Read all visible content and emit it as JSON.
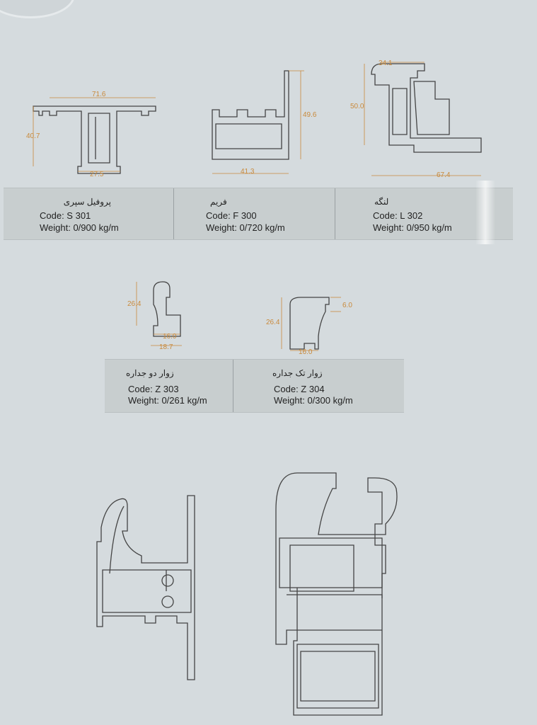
{
  "profiles_row1": [
    {
      "name": "پروفیل سپری",
      "code": "Code: S 301",
      "weight": "Weight: 0/900 kg/m",
      "dims": [
        "71.6",
        "40.7",
        "27.5"
      ]
    },
    {
      "name": "فریم",
      "code": "Code: F 300",
      "weight": "Weight: 0/720 kg/m",
      "dims": [
        "49.6",
        "41.3"
      ]
    },
    {
      "name": "لنگه",
      "code": "Code: L 302",
      "weight": "Weight: 0/950 kg/m",
      "dims": [
        "34.1",
        "50.0",
        "67.4"
      ]
    }
  ],
  "profiles_row2": [
    {
      "name": "زوار دو جداره",
      "code": "Code: Z 303",
      "weight": "Weight: 0/261 kg/m",
      "dims": [
        "26.4",
        "16.0",
        "18.7"
      ]
    },
    {
      "name": "زوار تک جداره",
      "code": "Code: Z 304",
      "weight": "Weight: 0/300 kg/m",
      "dims": [
        "26.4",
        "6.0",
        "16.0"
      ]
    }
  ],
  "colors": {
    "background": "#d5dbde",
    "dimension": "#c98a3c",
    "profile_line": "#444444"
  }
}
